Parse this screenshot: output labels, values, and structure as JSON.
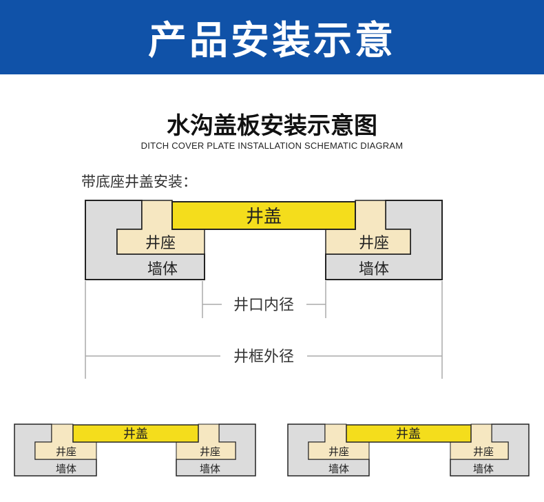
{
  "banner": {
    "title": "产品安装示意"
  },
  "heading": {
    "title": "水沟盖板安装示意图",
    "subtitle": "DITCH COVER PLATE INSTALLATION SCHEMATIC DIAGRAM"
  },
  "section_label": "带底座井盖安装：",
  "labels": {
    "cover": "井盖",
    "seat": "井座",
    "wall": "墙体",
    "inner_diameter": "井口内径",
    "outer_diameter": "井框外径"
  },
  "colors": {
    "banner": "#1052a8",
    "wall": "#dcdcdc",
    "seat": "#f6e7c1",
    "cover": "#f4dd1c",
    "outline": "#222222",
    "dimension_line": "#aaaaaa"
  }
}
